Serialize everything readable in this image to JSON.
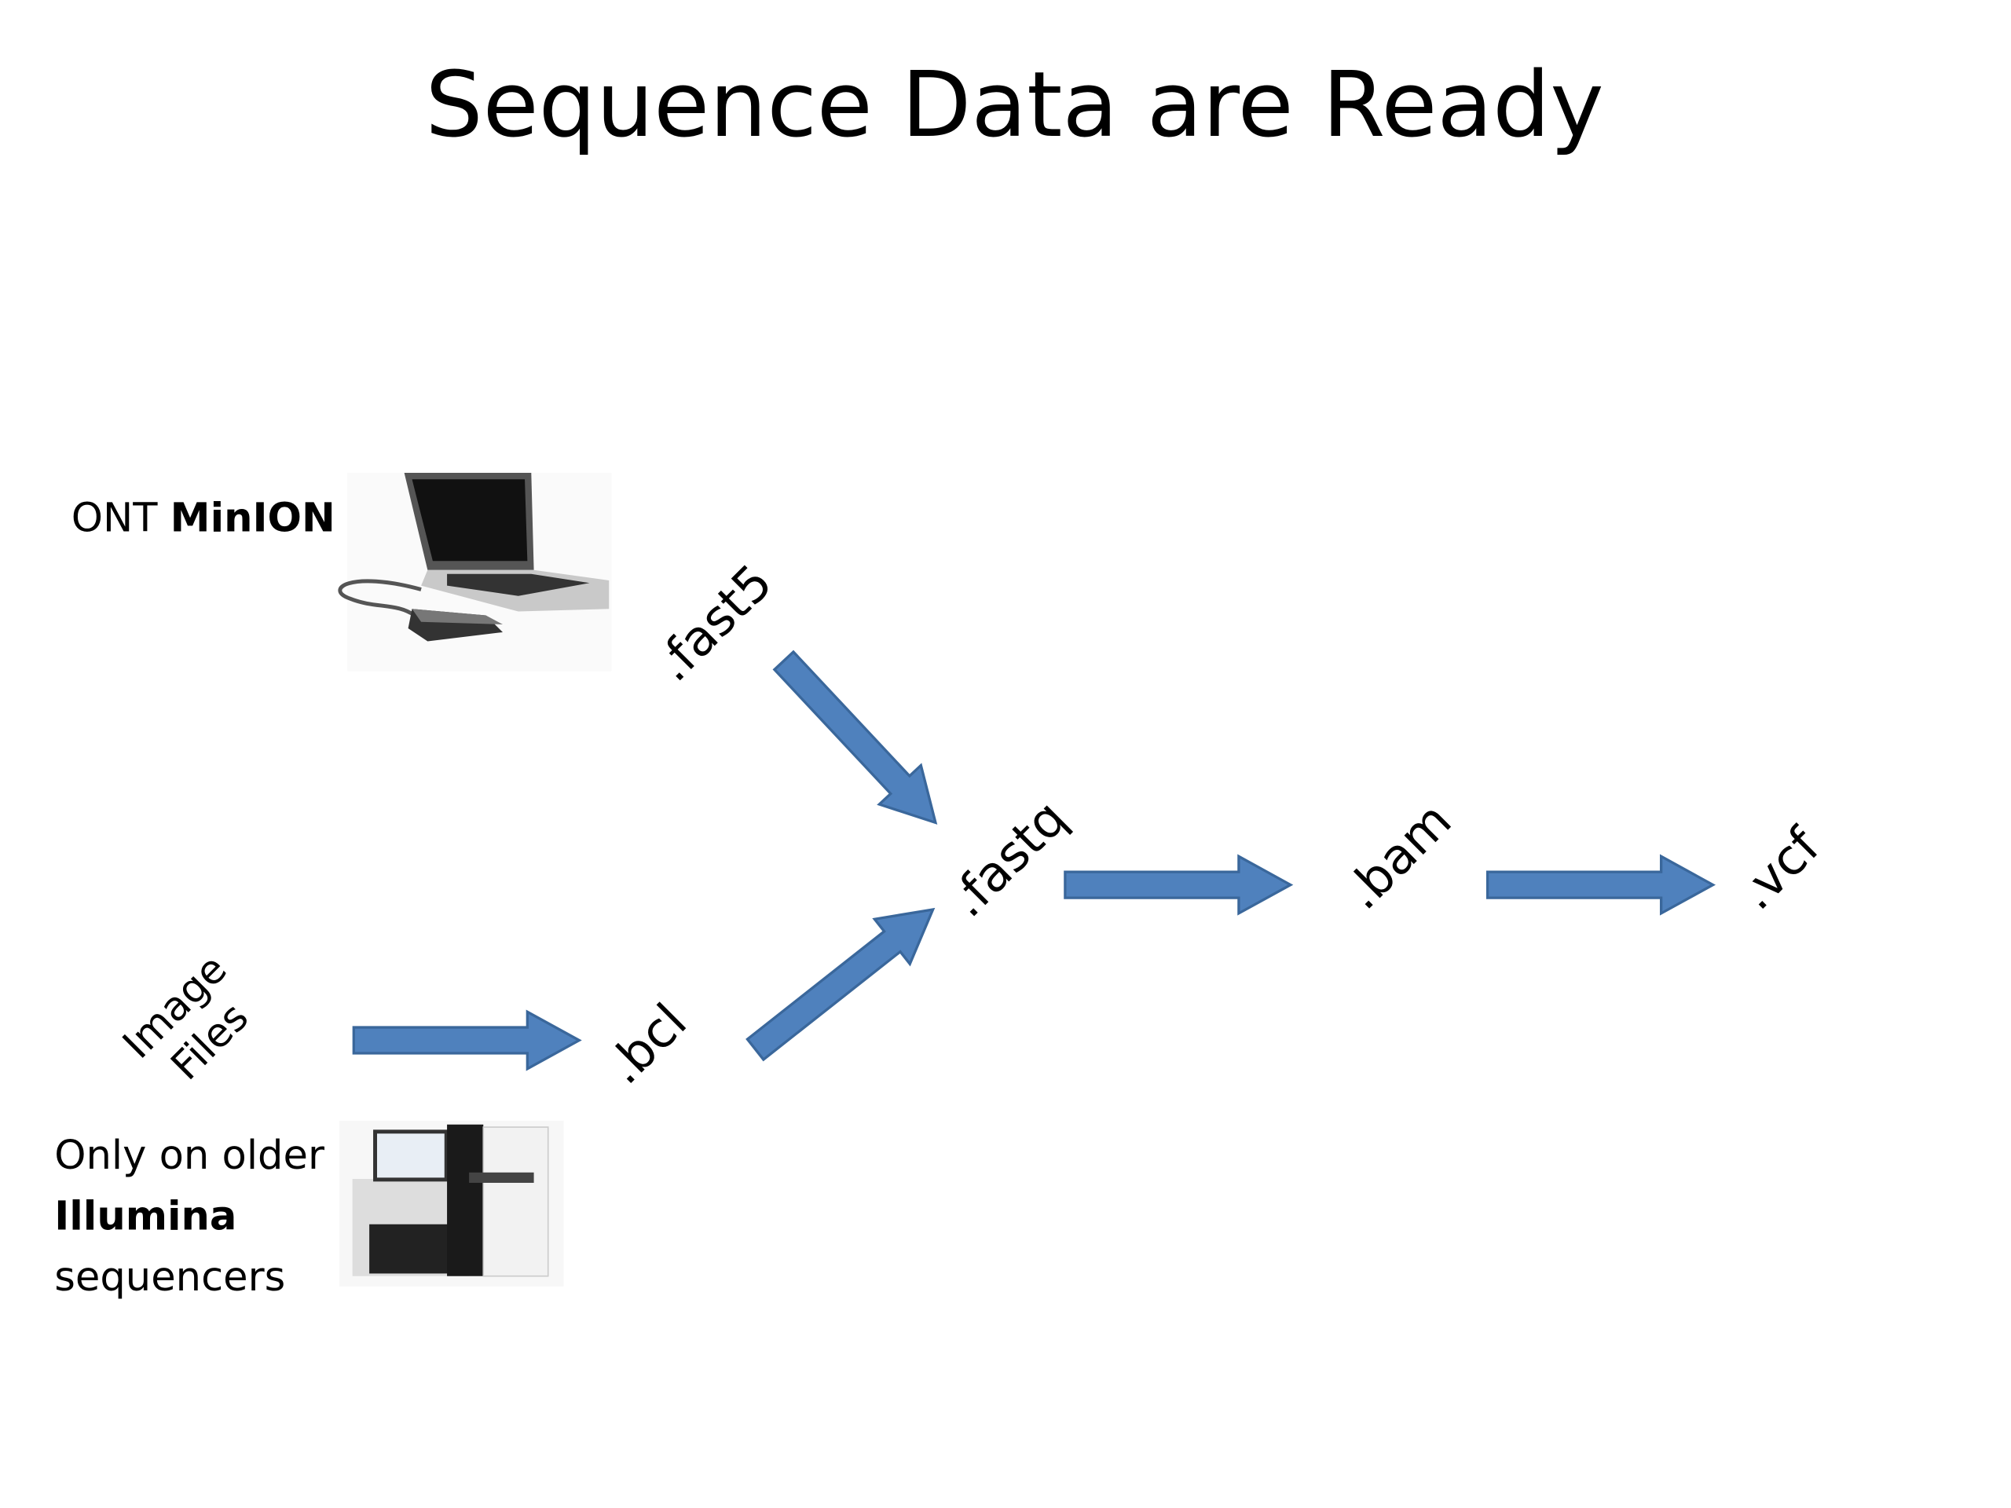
{
  "title": "Sequence Data are Ready",
  "minion": {
    "prefix": "ONT ",
    "bold": "MinION"
  },
  "image_files": {
    "line1": "Image",
    "line2": "Files"
  },
  "illumina": {
    "line1": "Only on older",
    "bold": "Illumina",
    "line3": "sequencers"
  },
  "formats": {
    "fast5": ".fast5",
    "fastq": ".fastq",
    "bam": ".bam",
    "vcf": ".vcf",
    "bcl": ".bcl"
  },
  "colors": {
    "arrow_fill": "#4F81BD",
    "arrow_stroke": "#3A679B"
  },
  "icons": {
    "minion": "laptop-with-minion-device",
    "illumina": "illumina-sequencer"
  }
}
